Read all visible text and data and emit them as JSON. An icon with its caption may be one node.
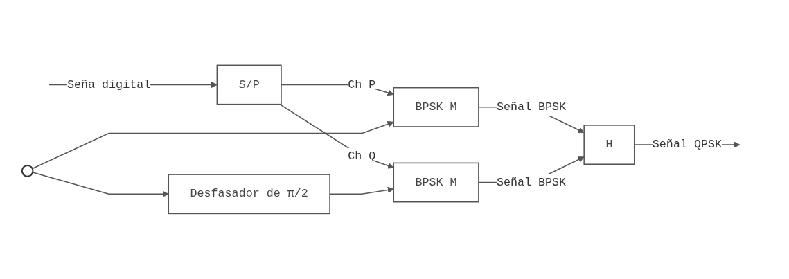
{
  "diagram": {
    "nodes": [
      {
        "text": [
          "S/P"
        ]
      },
      {
        "text": [
          "BPSK M"
        ]
      },
      {
        "text": [],
        "shape": "circle"
      },
      {
        "text": [
          "Desfasador de π/2"
        ]
      },
      {
        "text": [
          "BPSK M"
        ]
      },
      {
        "text": [
          "H"
        ]
      }
    ],
    "edges": [
      {
        "from": null,
        "to": 0,
        "arrow": "to",
        "label": "Seña digital"
      },
      {
        "from": 0,
        "to": 1,
        "arrow": "to",
        "label": "Ch P"
      },
      {
        "from": 0,
        "to": 4,
        "arrow": "to",
        "label": "Ch Q"
      },
      {
        "from": 2,
        "to": 1,
        "arrow": "to"
      },
      {
        "from": 2,
        "to": 3,
        "arrow": "to"
      },
      {
        "from": 3,
        "to": 4,
        "arrow": "to"
      },
      {
        "from": 1,
        "to": 5,
        "arrow": "to",
        "label": "Señal BPSK"
      },
      {
        "from": 4,
        "to": 5,
        "arrow": "to",
        "label": "Señal BPSK"
      },
      {
        "from": 5,
        "to": null,
        "arrow": "to",
        "label": "Señal QPSK"
      }
    ]
  }
}
